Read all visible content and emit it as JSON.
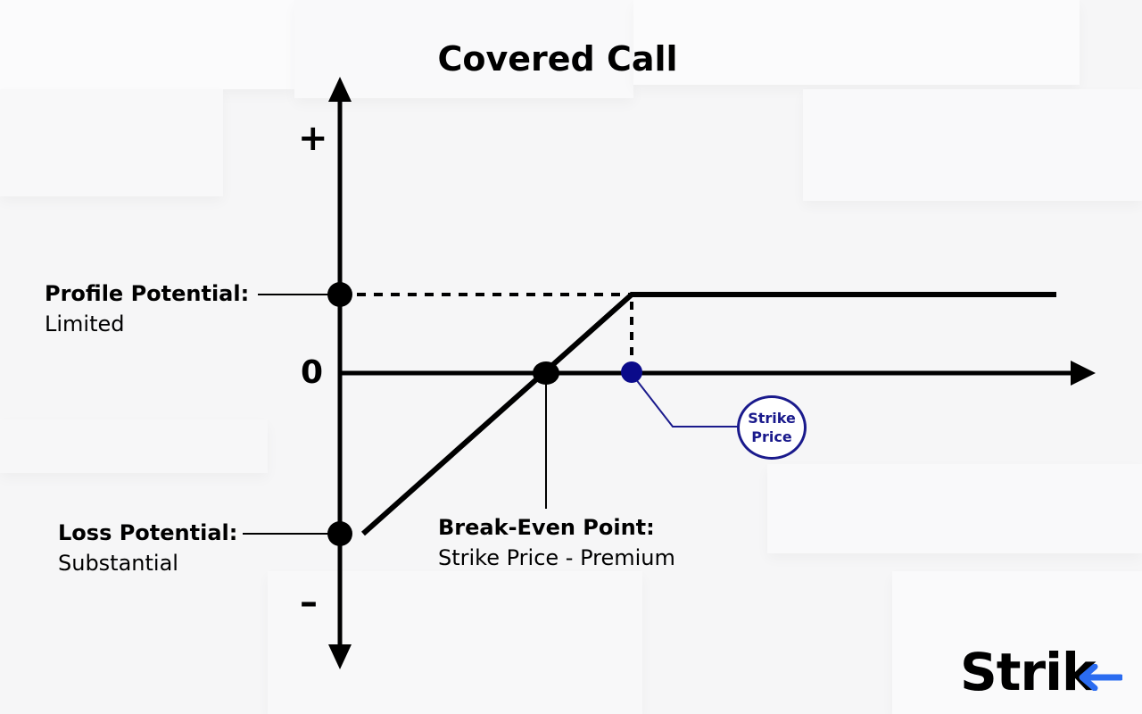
{
  "title": "Covered Call",
  "axis": {
    "plus_label": "+",
    "minus_label": "–",
    "zero_label": "0"
  },
  "annotations": {
    "profit": {
      "heading": "Profile Potential:",
      "value": "Limited"
    },
    "loss": {
      "heading": "Loss Potential:",
      "value": "Substantial"
    },
    "break_even": {
      "heading": "Break-Even Point:",
      "value": "Strike Price - Premium"
    },
    "strike": {
      "line1": "Strike",
      "line2": "Price"
    }
  },
  "brand": {
    "text": "Strik",
    "accent_color": "#2b6cf0"
  },
  "colors": {
    "line": "#000000",
    "strike_marker": "#1a1a8c",
    "background": "#f6f6f7"
  }
}
